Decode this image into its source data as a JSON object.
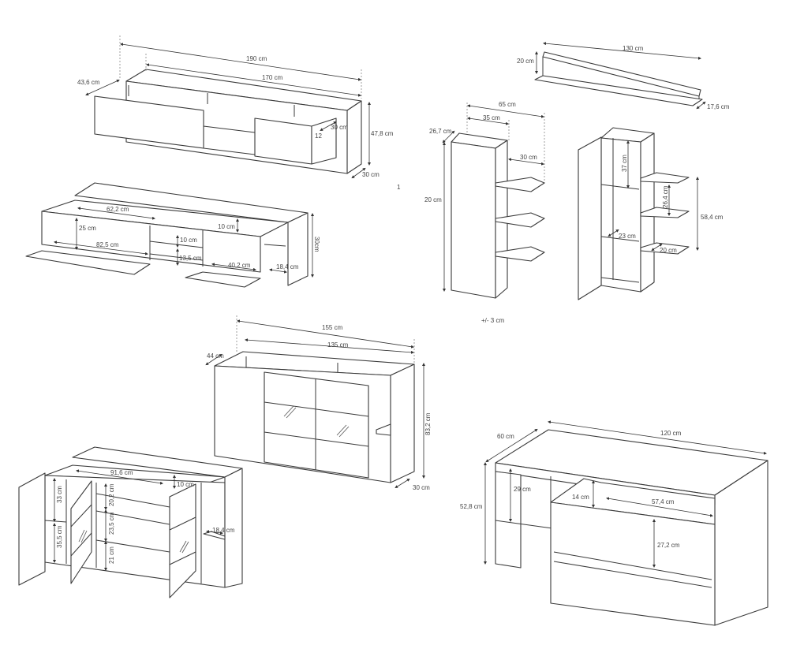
{
  "figure_number": "1",
  "tolerance_note": "+/- 3 cm",
  "tv_stand_closed": {
    "width_total": "190 cm",
    "width_top": "170 cm",
    "depth_top": "43,6 cm",
    "height": "47,8 cm",
    "depth": "30 cm",
    "drawer_depth": "30 cm",
    "drawer_small": "12"
  },
  "tv_stand_open": {
    "top_gap": "62,2 cm",
    "compartment_height": "25 cm",
    "compartment_width": "82,5 cm",
    "top_riser": "10 cm",
    "shelf_upper": "10 cm",
    "shelf_lower": "13,5 cm",
    "right_compartment_width": "40,2 cm",
    "side_shelf": "18,4 cm",
    "height": "30cm"
  },
  "wall_shelf": {
    "width": "130 cm",
    "height": "20 cm",
    "depth": "17,6 cm"
  },
  "tall_cabinet_closed": {
    "total_width": "65 cm",
    "body_width": "35 cm",
    "depth": "26,7 cm",
    "shelf_width": "30 cm",
    "height": "20 cm"
  },
  "tall_cabinet_open": {
    "compartment_height": "37 cm",
    "shelf_spacing": "26,4 cm",
    "shelf_span": "58,4 cm",
    "inner_depth": "23 cm",
    "shelf_depth": "20 cm"
  },
  "sideboard_closed": {
    "width_total": "155 cm",
    "width_top": "135 cm",
    "depth_top": "44 cm",
    "height": "83,2 cm",
    "depth": "30 cm"
  },
  "sideboard_open": {
    "top_gap": "91,6 cm",
    "top_riser": "10 cm",
    "left_upper": "33 cm",
    "left_lower": "35,5 cm",
    "mid_upper": "20,2 cm",
    "mid_middle": "23,5 cm",
    "mid_lower": "21 cm",
    "side_shelf": "18,4 cm"
  },
  "coffee_table": {
    "width": "120 cm",
    "depth": "60 cm",
    "height": "52,8 cm",
    "left_compartment": "29 cm",
    "drawer_gap": "14 cm",
    "shelf_width": "57,4 cm",
    "lower_compartment": "27,2 cm"
  }
}
